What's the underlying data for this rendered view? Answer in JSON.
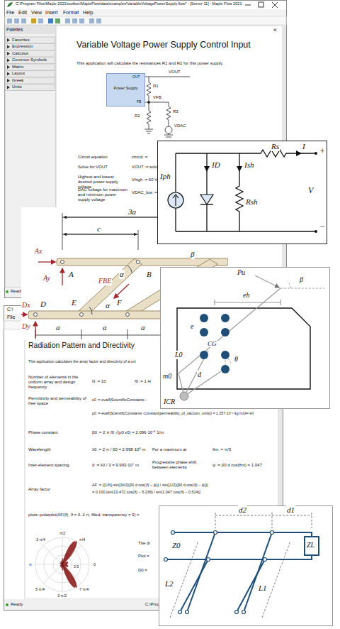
{
  "diagram": {
    "nodes": [
      {
        "text": [
          "C:\\Program Files\\Maple 2021\\toolbox\\MapleFlow\\data\\examples\\VariableVoltagePowerSupply.flow* - [Server 11] - Maple Flow 2021",
          "File",
          "Edit",
          "View",
          "Insert",
          "Format",
          "Help",
          "Palettes",
          "Favorites",
          "Expression",
          "Calculus",
          "Common Symbols",
          "Matrix",
          "Layout",
          "Greek",
          "Units",
          "«",
          "Variable Voltage Power Supply Control Input",
          "This application will calculate the resistances R1 and R2 for this power supply.",
          "VOUT",
          "R1",
          "VFB",
          "R2",
          "R3",
          "VDAC",
          "Circuit equation",
          "circuit :=",
          "Solve for VOUT",
          "VOUT := solv",
          "Highest and lowest desired power supply voltage",
          "Vhigh := 60 V",
          "DAC voltage for maximum and minimum power supply voltage",
          "VDAC_low :=",
          "Ready"
        ]
      },
      {
        "text": [
          "OUT",
          "Power Supply",
          "FB"
        ],
        "in": 0
      },
      {
        "text": [
          "C:\\",
          "File",
          "Radiation Pattern and Directivity",
          "This application calculates the array factor and directivity of a uni",
          "Number of elements in the uniform array and design frequency",
          "N := 10",
          "f0 := 1 H",
          "Permittivity and permeability of free space",
          "ε0 := evalf(ScientificConstants:-",
          "μ0 := evalf(ScientificConstants:-Constant(permeability_of_vacuum, units)) = 1.257·10⁻⁶ kg m/(A² s²)",
          "Phase constant",
          "β0 := 2 π f0 √(μ0 ε0) = 2.096·10⁻⁸ 1/m",
          "Wavelength",
          "λ0 := 2 π / β0 = 2.998·10⁸ m",
          "For a maximum at",
          "θm := π/3",
          "Inter-element spacing",
          "d := λ0 / 3 = 9.993·10⁷ m",
          "Progressive phase shift between elements",
          "ψ := β0 d cos(θm) = 1.047",
          "Array factor",
          "AF := |(1/N) sin((N/2)(β0 d cos(ϑ) − ψ)) / sin((1/2)(β0 d cos(ϑ) − ψ))|",
          "= 0.100 |sin(10.472 cos(ϑ) − 5.236) / sin(1.047 cos(ϑ) − 0.524)|",
          "plots:-polarplot(AF(ϑ), ϑ = 0..2 π, filled, transparency = 0) =",
          "π/2",
          "3 π/4",
          "π/4",
          "π",
          "0",
          "5 π/4",
          "7 π/4",
          "3 π/2",
          "0.5",
          "The di",
          "Ptot =",
          "D0 =",
          "Ready",
          "C:\\Program Files\\M"
        ]
      },
      {
        "text": [
          "Rs",
          "I",
          "+",
          "Iph",
          "ID",
          "Ish",
          "Rsh",
          "V",
          "−"
        ]
      },
      {
        "text": [
          "3a",
          "c",
          "Ax",
          "Ay",
          "A",
          "α",
          "B",
          "β",
          "FBE",
          "Dy",
          "Dx",
          "D",
          "E",
          "α",
          "F",
          "a",
          "a",
          "a"
        ]
      },
      {
        "text": [
          "Pu",
          "eh",
          "β",
          "e",
          "CG",
          "L0",
          "θ",
          "d",
          "m0",
          "ICR"
        ]
      },
      {
        "text": [
          "d2",
          "d1",
          "Z0",
          "ZL",
          "L2",
          "L1"
        ]
      }
    ]
  }
}
